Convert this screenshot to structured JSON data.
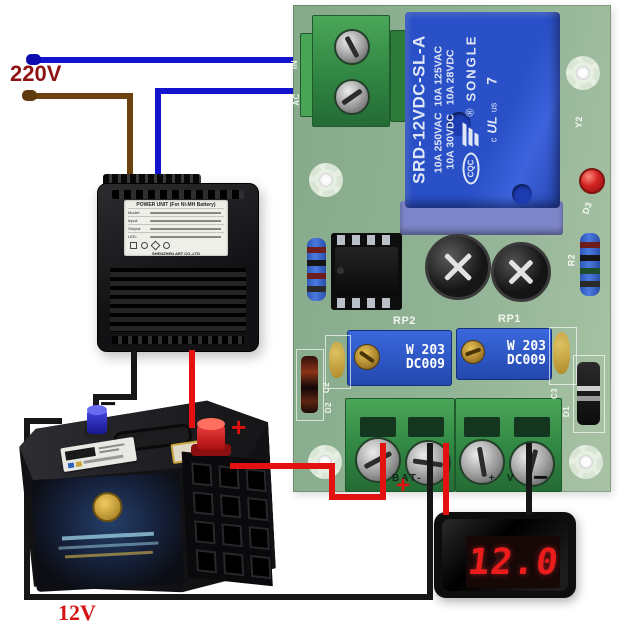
{
  "labels": {
    "mains_voltage": "220V",
    "battery_voltage": "12V",
    "battery_plus": "+",
    "battery_minus": "−",
    "board_plus": "+",
    "board_minus": "−"
  },
  "relay": {
    "model": "SRD-12VDC-SL-A",
    "rating1": "10A 250VAC  10A 125VAC",
    "rating2": "10A 30VDC   10A 28VDC",
    "cqc": "CQC",
    "reg": "®",
    "brand": "SONGLE",
    "ul_c": "c",
    "ul": "UL",
    "ul_us": "us",
    "pin": "7"
  },
  "pcb_silkscreen": {
    "silk_in": "IN",
    "silk_ac": "AC",
    "silk_y2": "Y2",
    "silk_d3": "D3",
    "silk_r2": "R2",
    "silk_rp2": "RP2",
    "silk_rp1": "RP1",
    "silk_c2": "C2",
    "silk_d2": "D2",
    "silk_c3": "C3",
    "silk_d1": "D1",
    "silk_bat_row": "+ BAT-",
    "silk_v_row": "+   V   -"
  },
  "trimmer": {
    "line1": "W 203",
    "line2": "DC009"
  },
  "adapter_label": {
    "title": "POWER UNIT (For Ni-MH Battery)",
    "row1": "Model:",
    "row2": "Input:",
    "row3": "Output:",
    "row4": "LED:",
    "footer": "SHENZHEN ART CO.,LTD"
  },
  "voltmeter": {
    "reading": "12.0",
    "ghost": "18.8"
  },
  "colors": {
    "wire_blue": "#1414cf",
    "wire_brown": "#6e4210",
    "wire_red": "#e41111",
    "wire_black": "#161616",
    "pcb_green": "#92b496",
    "terminal_green": "#3f9e4c",
    "relay_blue": "#2a50c8",
    "trimmer_blue": "#2b58c9",
    "led_red": "#d22020",
    "digit_red": "#ea1c1c",
    "label_dark_red": "#8e1414",
    "label_red": "#d41414"
  }
}
